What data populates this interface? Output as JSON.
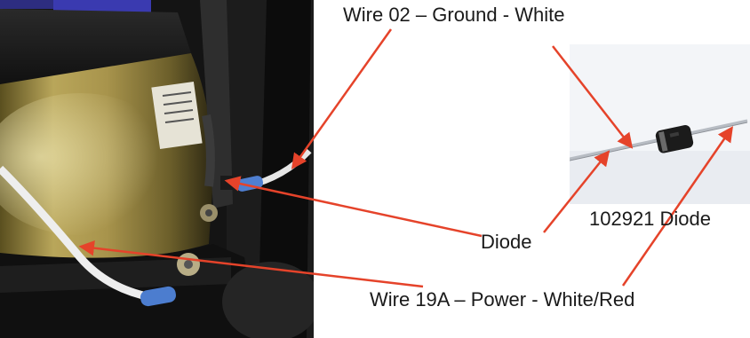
{
  "labels": {
    "ground_wire": "Wire 02 – Ground - White",
    "diode_part": "102921 Diode",
    "diode": "Diode",
    "power_wire": "Wire 19A – Power - White/Red"
  },
  "colors": {
    "arrow": "#e5432a",
    "text": "#1a1a1a",
    "background": "#ffffff"
  }
}
